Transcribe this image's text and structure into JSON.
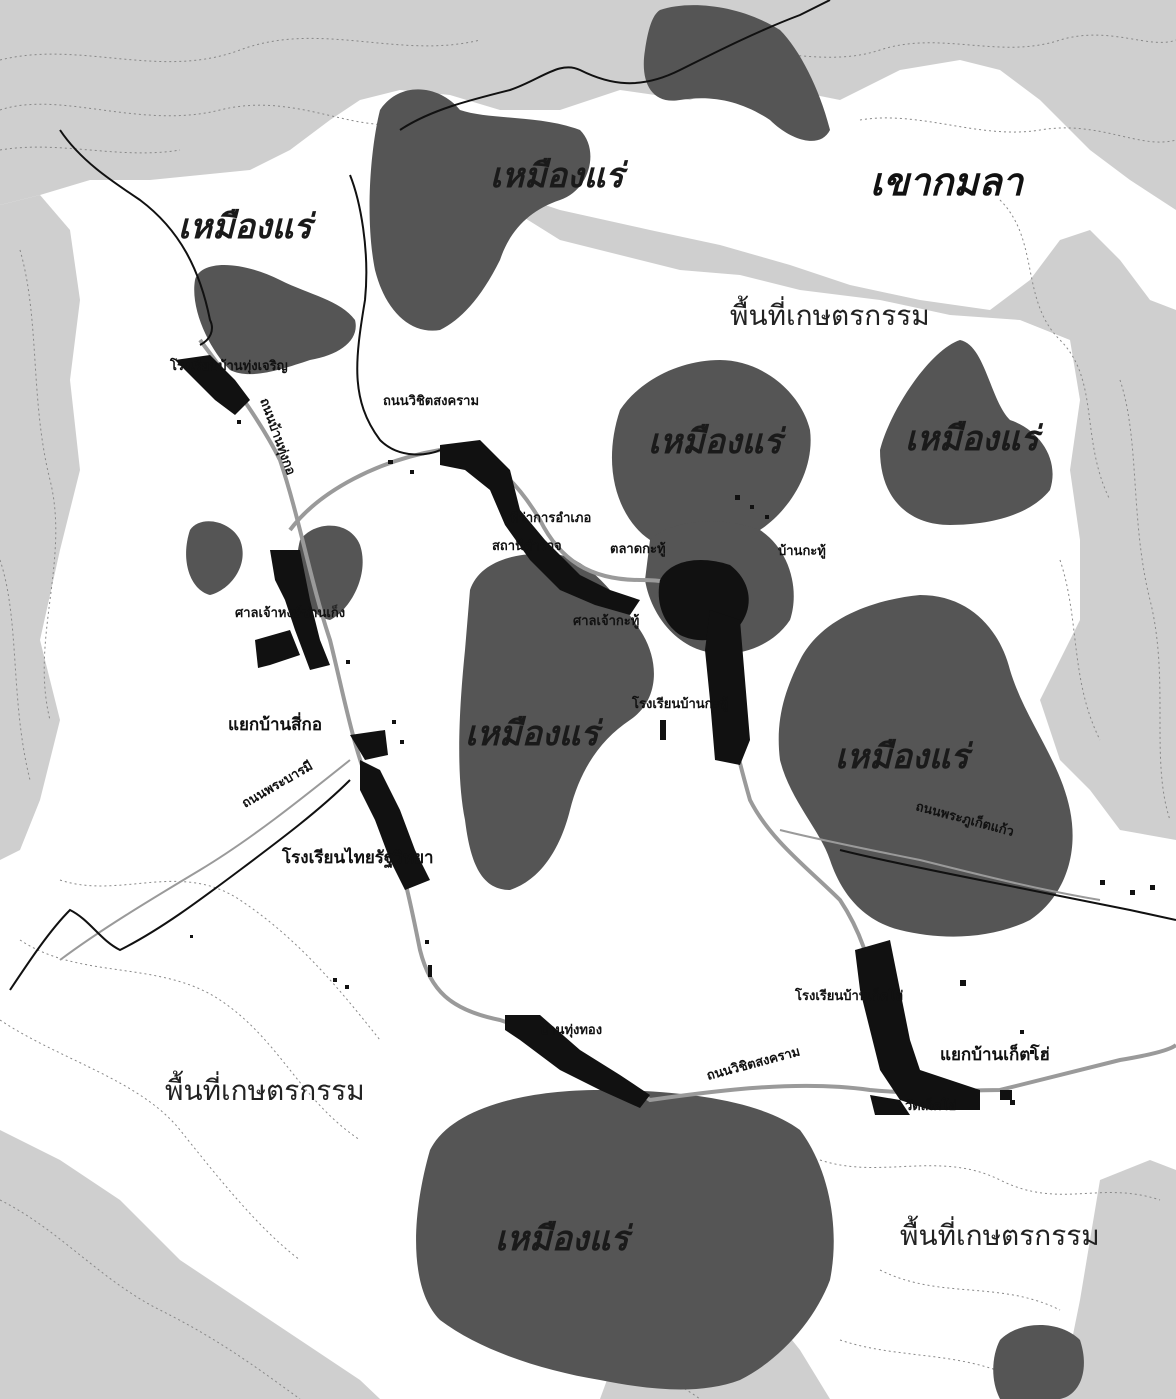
{
  "colors": {
    "background": "#ffffff",
    "hill_zone": "#cfcfcf",
    "mine_area": "#555555",
    "built_area": "#111111",
    "main_road": "#9a9a9a",
    "river": "#111111",
    "contour": "#8a8a8a"
  },
  "labels": {
    "mine_nw": "เหมืองแร่",
    "mine_n": "เหมืองแร่",
    "mountain": "เขากมลา",
    "agri_north": "พื้นที่เกษตรกรรม",
    "mine_center_n": "เหมืองแร่",
    "mine_east": "เหมืองแร่",
    "mine_center": "เหมืองแร่",
    "mine_east_lower": "เหมืองแร่",
    "agri_sw": "พื้นที่เกษตรกรรม",
    "mine_south": "เหมืองแร่",
    "agri_se": "พื้นที่เกษตรกรรม"
  },
  "places": {
    "school_nw": "โรงเรียนบ้านทุ่งเจริญ",
    "road_vichit_n": "ถนนวิชิตสงคราม",
    "road_local_nw": "ถนนบ้านทุ่งกอ",
    "district_office": "ที่ว่าการอำเภอ",
    "station": "สถานีตำรวจ",
    "temple_n": "ตลาดกะทู้",
    "kathu": "บ้านกะทู้",
    "shrine_w": "ศาลเจ้าหงษ์ซ่านเก็ง",
    "shrine_c": "ศาลเจ้ากะทู้",
    "junction_w": "แยกบ้านสี่กอ",
    "road_prabaramee": "ถนนพระบารมี",
    "school_c": "โรงเรียนบ้านกะทู้",
    "road_east": "ถนนพระภูเก็ตแก้ว",
    "school_sw": "โรงเรียนไทยรัฐวิทยา",
    "thung_thong": "บ้านทุ่งทอง",
    "road_vichit_s": "ถนนวิชิตสงคราม",
    "school_se": "โรงเรียนบ้านเก็ตโฮ่",
    "junction_se": "แยกบ้านเก็ตโฮ่",
    "temple_se": "วัดเก็ตโฮ่"
  }
}
